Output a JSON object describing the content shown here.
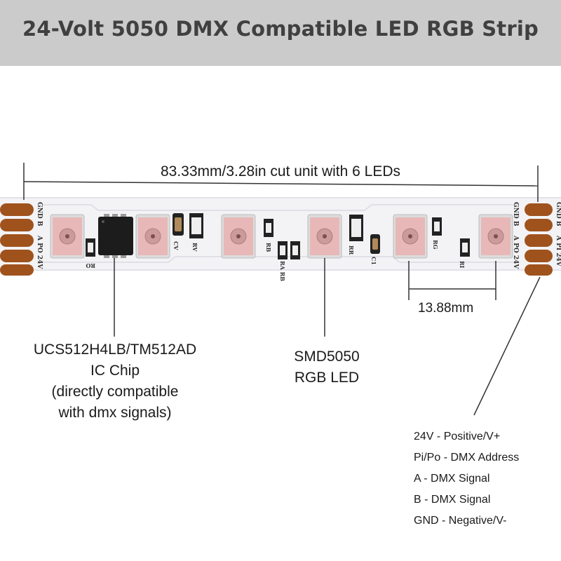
{
  "title": "24-Volt 5050 DMX Compatible LED RGB Strip",
  "dimensions": {
    "cut_unit": "83.33mm/3.28in cut unit with 6 LEDs",
    "led_spacing": "13.88mm"
  },
  "callouts": {
    "ic_chip": [
      "UCS512H4LB/TM512AD",
      "IC Chip",
      "(directly compatible",
      "with dmx signals)"
    ],
    "led": [
      "SMD5050",
      "RGB LED"
    ]
  },
  "strip": {
    "board_color": "#f3f3f6",
    "pad_color": "#a0521d",
    "pad_labels_left": [
      "GND B",
      "A  PO 24V"
    ],
    "pad_labels_right_a": [
      "GND B",
      "A  PO 24V"
    ],
    "pad_labels_right_b": [
      "GND B",
      "A  PI 24V"
    ],
    "component_labels": [
      "RO",
      "CV",
      "RV",
      "RB",
      "RA RB",
      "RR",
      "C1",
      "RG",
      "RI"
    ]
  },
  "legend": [
    "24V - Positive/V+",
    "Pi/Po - DMX Address",
    "A - DMX Signal",
    "B - DMX Signal",
    "GND - Negative/V-"
  ]
}
